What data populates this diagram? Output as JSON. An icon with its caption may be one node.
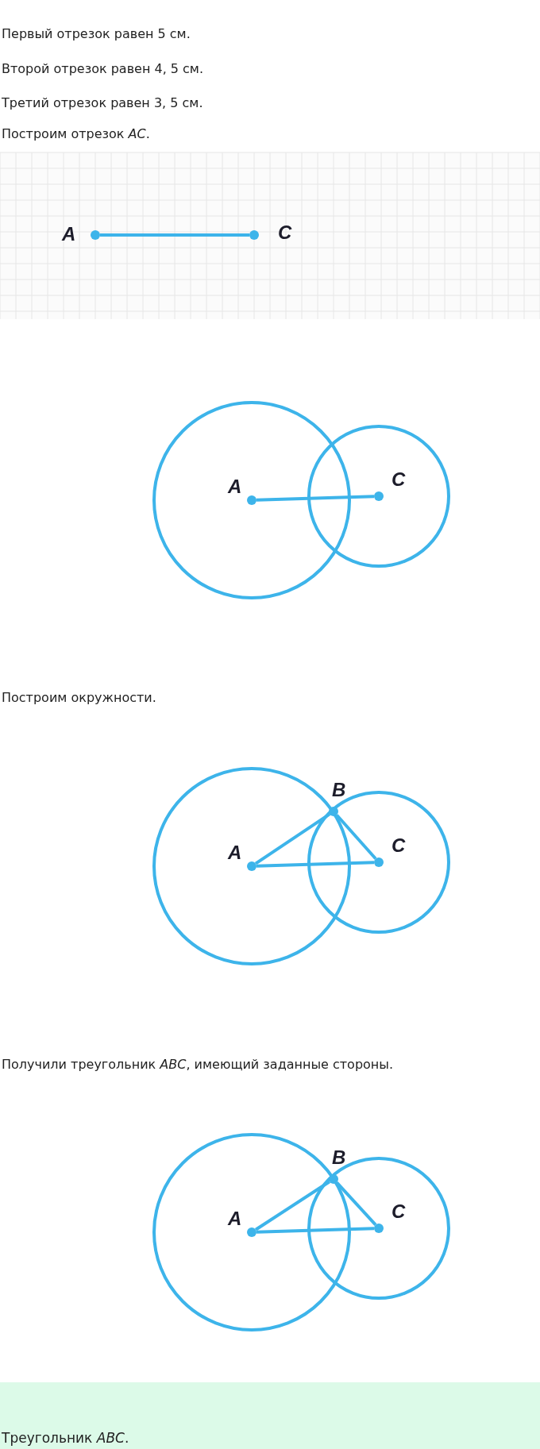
{
  "diagram": {
    "nodes": [
      {
        "text": [
          "A"
        ]
      },
      {
        "text": [
          "C"
        ]
      },
      {
        "text": [
          "A"
        ]
      },
      {
        "text": [
          "C"
        ]
      },
      {
        "text": [
          "B"
        ]
      },
      {
        "text": [
          "A"
        ]
      },
      {
        "text": [
          "C"
        ]
      },
      {
        "text": [
          "B"
        ]
      },
      {
        "text": [
          "A"
        ]
      },
      {
        "text": [
          "C"
        ]
      },
      {
        "text": [
          "Треугольник *ABC*."
        ]
      }
    ],
    "edges": [
      {
        "from": 0,
        "to": 1,
        "arrow": "none"
      },
      {
        "from": 2,
        "to": 3,
        "arrow": "none"
      },
      {
        "from": 5,
        "to": 6,
        "arrow": "none"
      },
      {
        "from": 5,
        "to": 4,
        "arrow": "none"
      },
      {
        "from": 4,
        "to": 6,
        "arrow": "none"
      },
      {
        "from": 8,
        "to": 9,
        "arrow": "none"
      },
      {
        "from": 8,
        "to": 7,
        "arrow": "none"
      },
      {
        "from": 7,
        "to": 9,
        "arrow": "none"
      }
    ],
    "labels": [
      "Первый отрезок равен 5 см.",
      "Второй отрезок равен 4, 5 см.",
      "Третий отрезок равен 3, 5 см.",
      "Построим отрезок *AC*.",
      "Построим окружности.",
      "Получили треугольник *ABC*, имеющий заданные стороны."
    ]
  }
}
